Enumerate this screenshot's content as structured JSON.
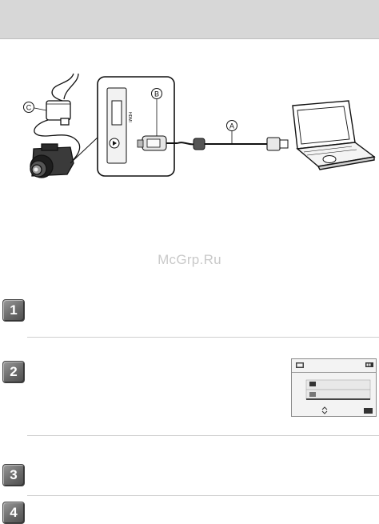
{
  "diagram": {
    "callouts": {
      "a": "A",
      "b": "B",
      "c": "C"
    },
    "port_label": "HDMI"
  },
  "watermark": "McGrp.Ru",
  "steps": [
    {
      "number": "1"
    },
    {
      "number": "2"
    },
    {
      "number": "3"
    },
    {
      "number": "4"
    }
  ],
  "icons": [
    "camera-icon",
    "ac-adaptor-icon",
    "usb-cable-icon",
    "laptop-icon",
    "lcd-screen-icon"
  ]
}
